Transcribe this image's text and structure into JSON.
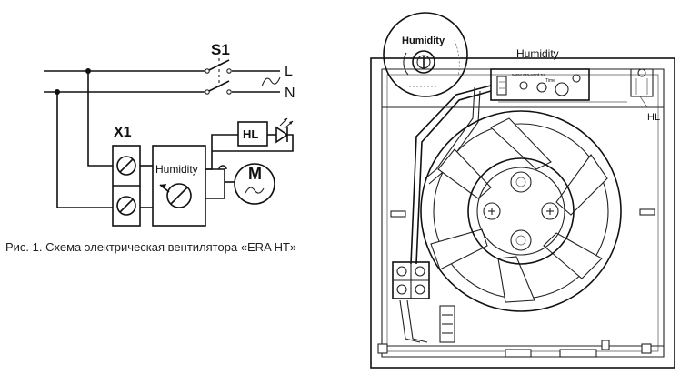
{
  "schematic": {
    "switch_label": "S1",
    "line_L": "L",
    "line_N": "N",
    "terminal_label": "X1",
    "humidity_label": "Humidity",
    "lamp_label": "HL",
    "motor_label": "M",
    "caption": "Рис. 1. Схема электрическая вентилятора «ERA HT»"
  },
  "drawing": {
    "humidity_label": "Humidity",
    "lamp_label": "HL",
    "zoom_label": "Humidity",
    "board_text": "www.era-vent.ru",
    "time_label": "Time"
  }
}
